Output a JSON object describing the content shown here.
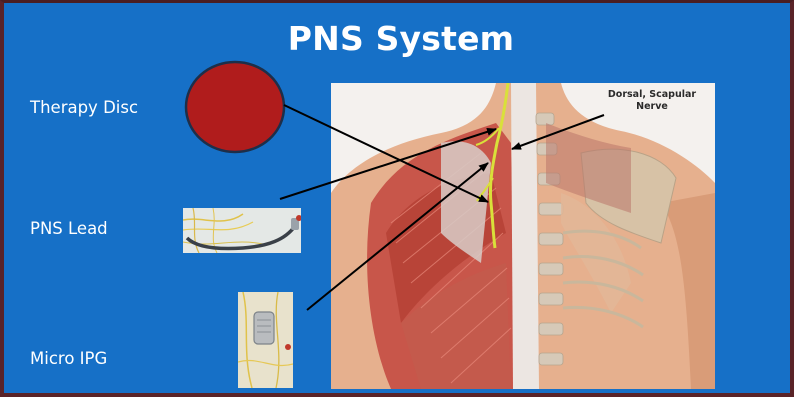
{
  "slide": {
    "title": "PNS System",
    "labels": {
      "therapy_disc": "Therapy Disc",
      "pns_lead": "PNS Lead",
      "micro_ipg": "Micro IPG"
    },
    "anatomy_callout": "Dorsal, Scapular Nerve"
  },
  "colors": {
    "background": "#1670c7",
    "frame": "#5a2328",
    "disc_fill": "#b01c1c",
    "nerve": "#d9e03a",
    "arrow": "#000000"
  }
}
